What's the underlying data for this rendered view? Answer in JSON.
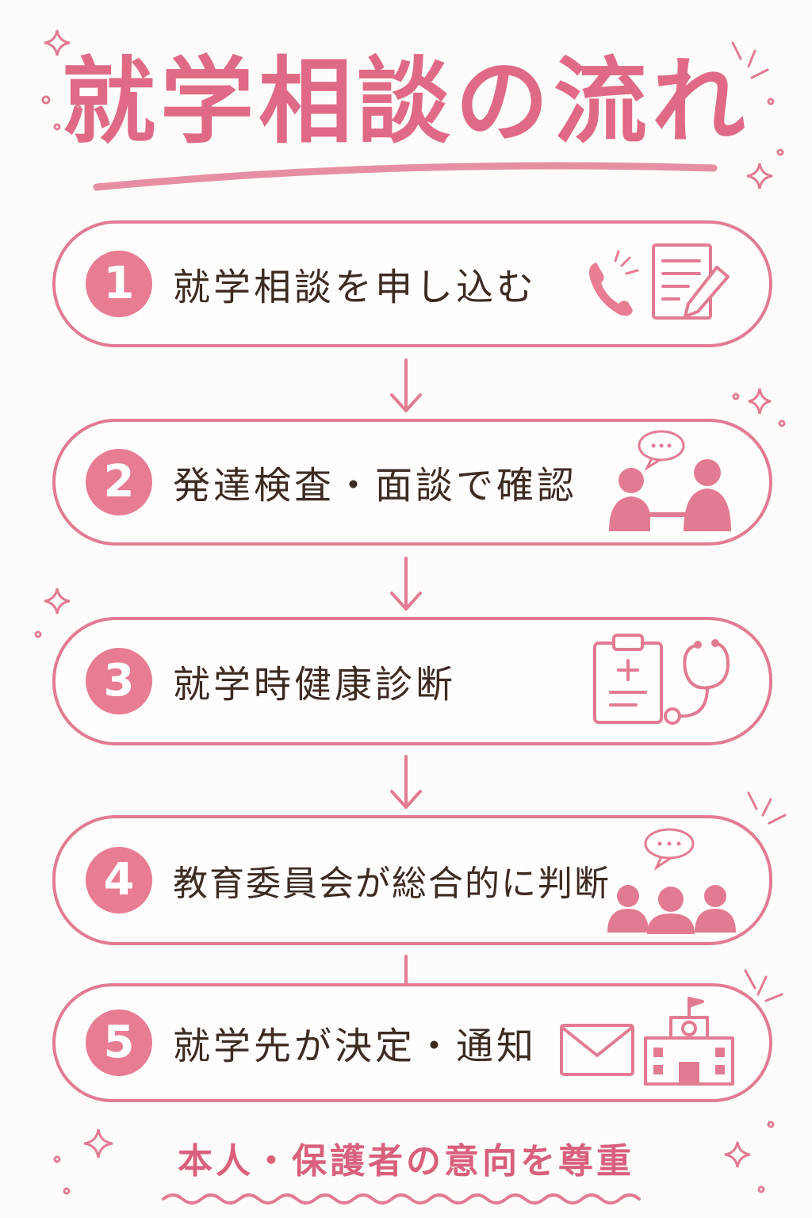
{
  "title": "就学相談の流れ",
  "steps": [
    {
      "number": "1",
      "label": "就学相談を申し込む"
    },
    {
      "number": "2",
      "label": "発達検査・面談で確認"
    },
    {
      "number": "3",
      "label": "就学時健康診断"
    },
    {
      "number": "4",
      "label": "教育委員会が総合的に判断"
    },
    {
      "number": "5",
      "label": "就学先が決定・通知"
    }
  ],
  "footer": "本人・保護者の意向を尊重",
  "colors": {
    "accent": "#e87c93",
    "text": "#3d2b22",
    "title": "#e06a86"
  },
  "icons": {
    "step1": [
      "phone-icon",
      "document-pencil-icon"
    ],
    "step2": [
      "consultation-icon"
    ],
    "step3": [
      "clipboard-medical-icon",
      "stethoscope-icon"
    ],
    "step4": [
      "group-meeting-icon"
    ],
    "step5": [
      "envelope-icon",
      "school-icon"
    ]
  }
}
